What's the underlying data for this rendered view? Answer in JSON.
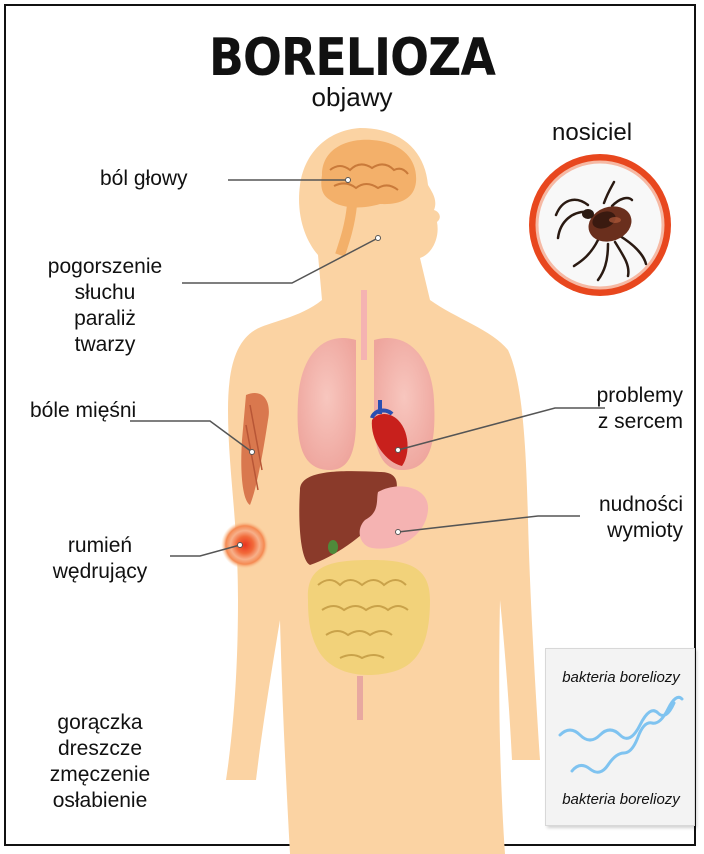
{
  "title": "BORELIOZA",
  "subtitle": "objawy",
  "carrier": {
    "label": "nosiciel",
    "icon": "tick-icon"
  },
  "symptoms": {
    "headache": "ból głowy",
    "hearing": [
      "pogorszenie",
      "słuchu",
      "paraliż",
      "twarzy"
    ],
    "muscle": "bóle mięśni",
    "heart": [
      "problemy",
      "z sercem"
    ],
    "nausea": [
      "nudności",
      "wymioty"
    ],
    "rash": [
      "rumień",
      "wędrujący"
    ],
    "general": [
      "gorączka",
      "dreszcze",
      "zmęczenie",
      "osłabienie"
    ]
  },
  "bacteria": {
    "label_top": "bakteria boreliozy",
    "label_bottom": "bakteria boreliozy",
    "icon": "spirochete-icon"
  },
  "colors": {
    "skin": "#fbd3a3",
    "tick_ring": "#e8471e",
    "bacteria": "#7fc3f0",
    "organ_pink": "#f5b3b2",
    "liver": "#8a3a2a",
    "intestine": "#f2d27a"
  }
}
